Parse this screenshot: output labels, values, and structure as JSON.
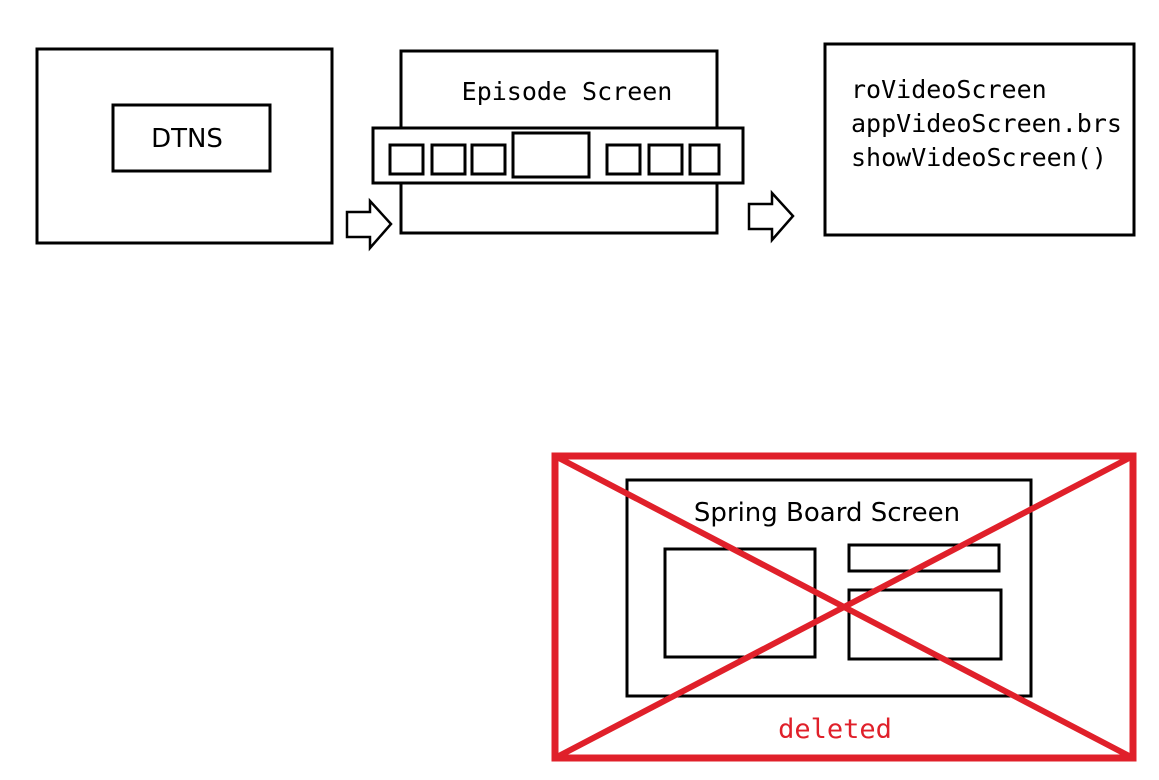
{
  "diagram": {
    "dtns": {
      "label": "DTNS"
    },
    "episode_screen": {
      "title": "Episode Screen",
      "thumbnail_count": 7
    },
    "video_screen": {
      "lines": [
        "roVideoScreen",
        "appVideoScreen.brs",
        "showVideoScreen()"
      ]
    },
    "spring_board": {
      "title": "Spring Board Screen",
      "status": "deleted"
    }
  },
  "colors": {
    "deleted_red": "#e0202a",
    "stroke": "#000000",
    "background": "#ffffff"
  }
}
